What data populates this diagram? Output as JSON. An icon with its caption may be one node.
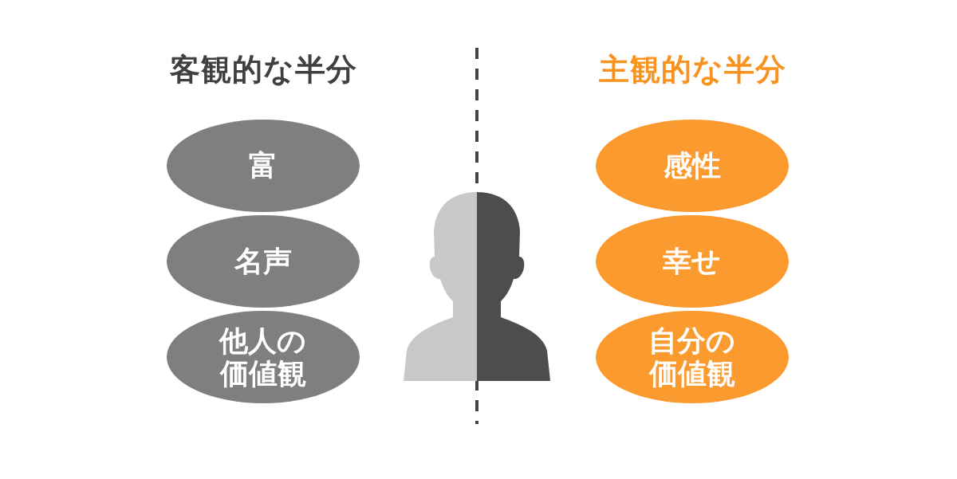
{
  "diagram": {
    "nodes": [
      {
        "text": [
          "富"
        ]
      },
      {
        "text": [
          "名声"
        ]
      },
      {
        "text": [
          "他人の価値観"
        ]
      },
      {
        "text": [
          "感性"
        ]
      },
      {
        "text": [
          "幸せ"
        ]
      },
      {
        "text": [
          "自分の価値観"
        ]
      }
    ],
    "labels": [
      "客観的な半分",
      "主観的な半分"
    ]
  }
}
